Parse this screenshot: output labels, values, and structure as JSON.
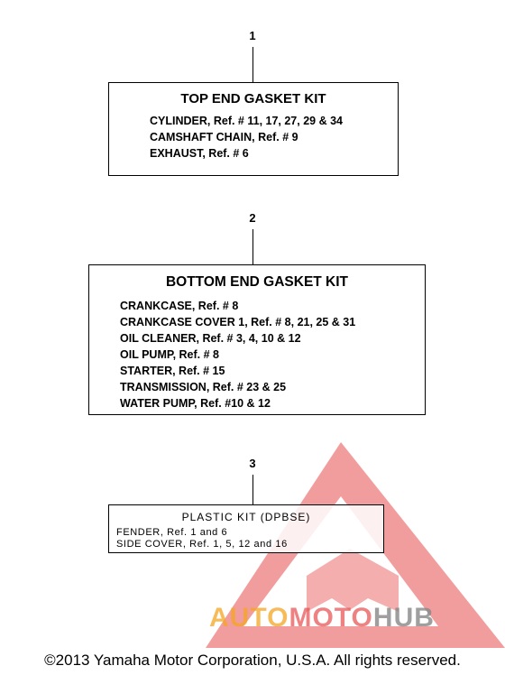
{
  "callouts": [
    {
      "number": "1",
      "title": "TOP END GASKET KIT",
      "lines": [
        "CYLINDER, Ref. # 11, 17, 27, 29 & 34",
        "CAMSHAFT CHAIN, Ref. # 9",
        "EXHAUST, Ref. # 6"
      ]
    },
    {
      "number": "2",
      "title": "BOTTOM END GASKET KIT",
      "lines": [
        "CRANKCASE, Ref. # 8",
        "CRANKCASE COVER 1, Ref. # 8, 21, 25 & 31",
        "OIL CLEANER, Ref. # 3, 4, 10 & 12",
        "OIL PUMP, Ref. # 8",
        "STARTER, Ref. # 15",
        "TRANSMISSION, Ref. # 23 & 25",
        "WATER PUMP, Ref. #10 & 12"
      ]
    },
    {
      "number": "3",
      "title": "PLASTIC KIT (DPBSE)",
      "lines": [
        "FENDER, Ref. 1 and 6",
        "SIDE COVER, Ref. 1, 5, 12 and 16"
      ]
    }
  ],
  "watermark": {
    "part1": "AUTO",
    "part2": "MOTO",
    "part3": "HUB",
    "colors": {
      "triangle": "#e74c4c",
      "text_orange": "#f5a623",
      "text_red": "#e74c4c",
      "text_gray": "#888888"
    }
  },
  "footer": {
    "copyright": "©2013 Yamaha Motor Corporation, U.S.A. All rights reserved."
  }
}
